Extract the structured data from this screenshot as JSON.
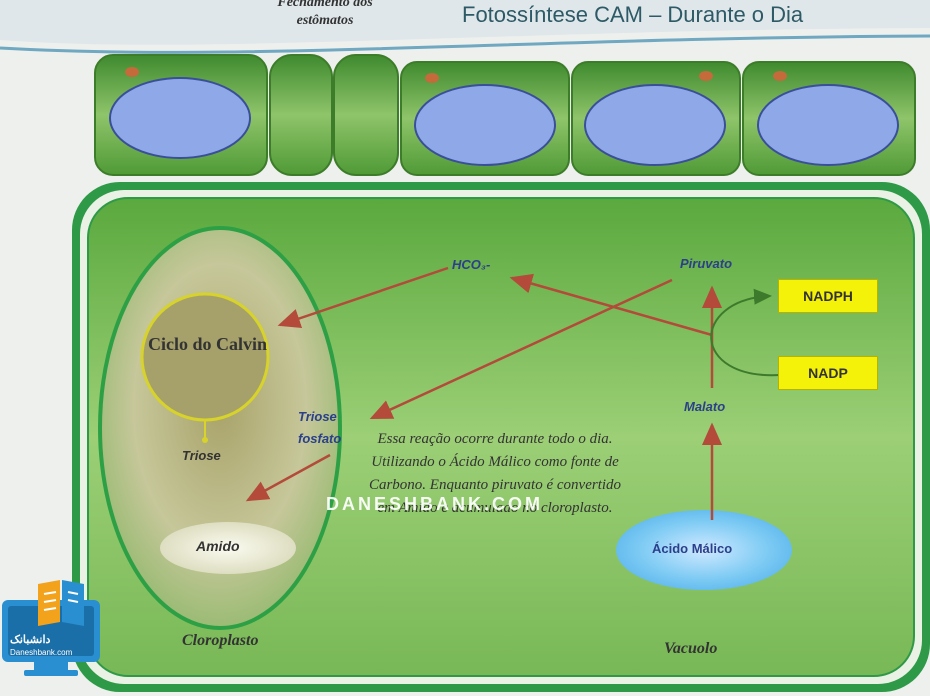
{
  "slide": {
    "title": "Fotossíntese CAM – Durante  o Dia",
    "stomata_label": "Fechamento dos estômatos",
    "calvin_cycle": "Ciclo do Calvin",
    "triose": "Triose",
    "triose_fosfato": "Triose fosfato",
    "hco3": "HCO₃-",
    "piruvato": "Piruvato",
    "malato": "Malato",
    "nadph": "NADPH",
    "nadp": "NADP",
    "amido": "Amido",
    "acido_malico": "Ácido Málico",
    "cloroplasto": "Cloroplasto",
    "vacuolo": "Vacuolo",
    "note": "Essa reação ocorre durante todo o dia. Utilizando o Ácido Málico como fonte de Carbono. Enquanto piruvato é convertido em Amido e acumulado no cloroplasto.",
    "watermark": "DANESHBANK.COM",
    "logo_text": "دانشبانک",
    "logo_sub": "Daneshbank.com"
  },
  "colors": {
    "cell_green": "#5ba63c",
    "arrow_red": "#b34a3a",
    "nucleus_blue": "#8fa8e8",
    "label_blue": "#2b3f8a",
    "highlight_yellow": "#f5f20a"
  }
}
